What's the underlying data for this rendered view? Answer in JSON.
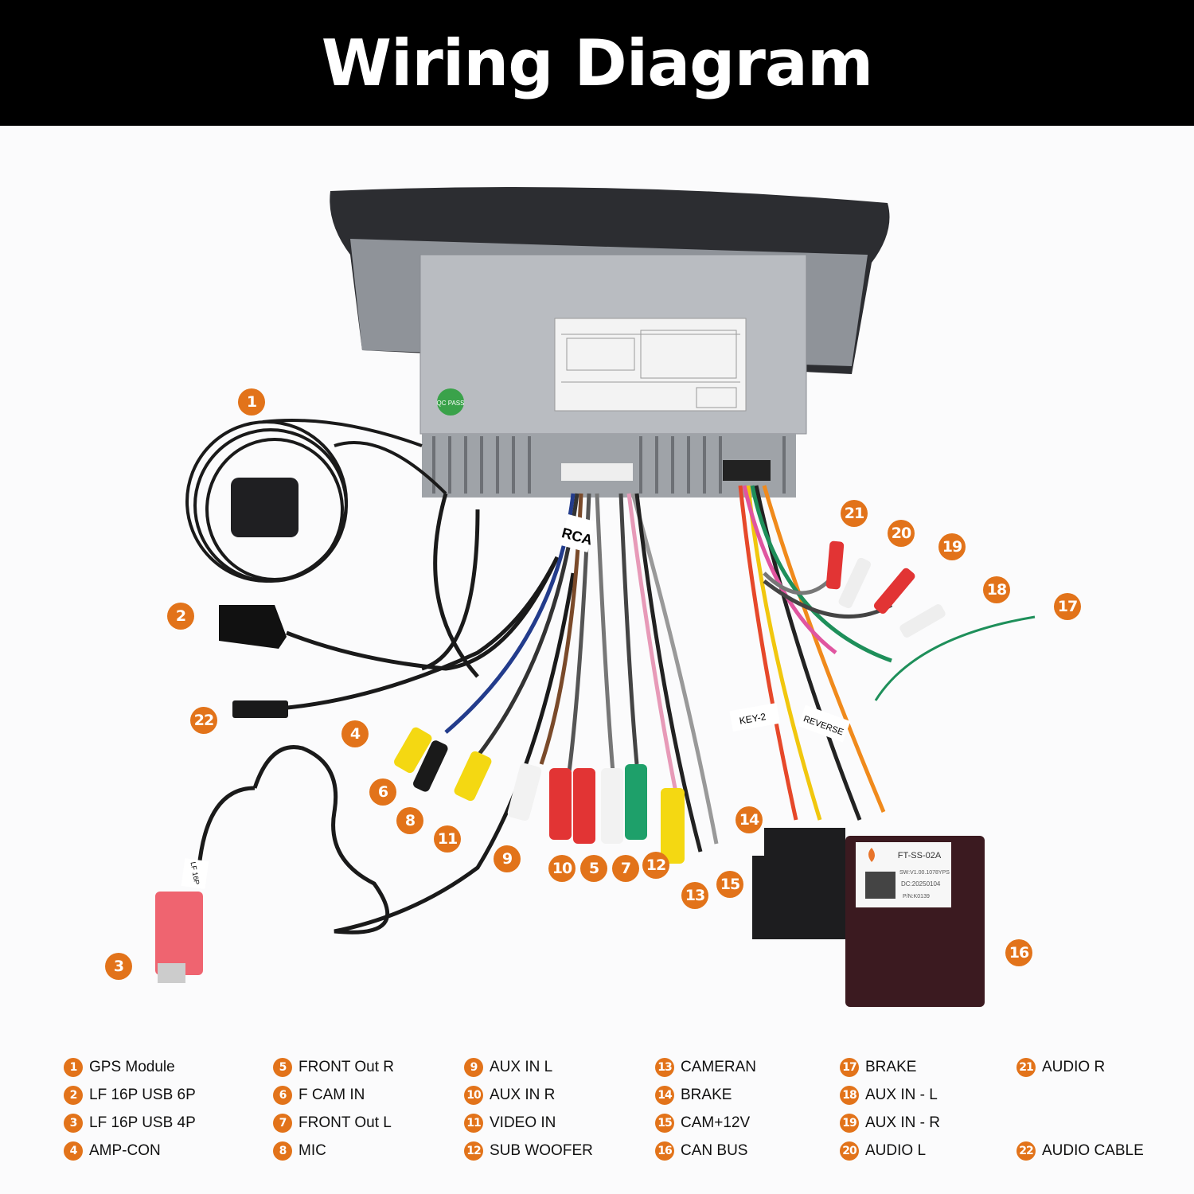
{
  "title": "Wiring Diagram",
  "callouts": [
    "1",
    "2",
    "3",
    "4",
    "5",
    "6",
    "7",
    "8",
    "9",
    "10",
    "11",
    "12",
    "13",
    "14",
    "15",
    "16",
    "17",
    "18",
    "19",
    "20",
    "21",
    "22"
  ],
  "legend": [
    {
      "num": "1",
      "label": "GPS Module"
    },
    {
      "num": "2",
      "label": "LF 16P USB 6P"
    },
    {
      "num": "3",
      "label": "LF 16P USB 4P"
    },
    {
      "num": "4",
      "label": "AMP-CON"
    },
    {
      "num": "5",
      "label": "FRONT Out R"
    },
    {
      "num": "6",
      "label": "F CAM IN"
    },
    {
      "num": "7",
      "label": "FRONT Out L"
    },
    {
      "num": "8",
      "label": "MIC"
    },
    {
      "num": "9",
      "label": "AUX IN L"
    },
    {
      "num": "10",
      "label": "AUX IN R"
    },
    {
      "num": "11",
      "label": "VIDEO IN"
    },
    {
      "num": "12",
      "label": "SUB WOOFER"
    },
    {
      "num": "13",
      "label": "CAMERAN"
    },
    {
      "num": "14",
      "label": "BRAKE"
    },
    {
      "num": "15",
      "label": "CAM+12V"
    },
    {
      "num": "16",
      "label": "CAN BUS"
    },
    {
      "num": "17",
      "label": "BRAKE"
    },
    {
      "num": "18",
      "label": "AUX IN - L"
    },
    {
      "num": "19",
      "label": "AUX IN - R"
    },
    {
      "num": "20",
      "label": "AUDIO L"
    },
    {
      "num": "21",
      "label": "AUDIO R"
    },
    {
      "num": "22",
      "label": "AUDIO CABLE"
    }
  ],
  "photo_labels": {
    "rca_tag": "RCA",
    "usb_tag": "LF 16P",
    "qc": "QC PASS",
    "key": "KEY-2",
    "reverse": "REVERSE",
    "canbox": {
      "model": "FT-SS-02A",
      "sw": "SW:V1.00.1078YPS",
      "dc": "DC:20250104",
      "pn": "P/N:K0139"
    }
  },
  "colors": {
    "accent": "#e2731a",
    "header_bg": "#000000"
  }
}
